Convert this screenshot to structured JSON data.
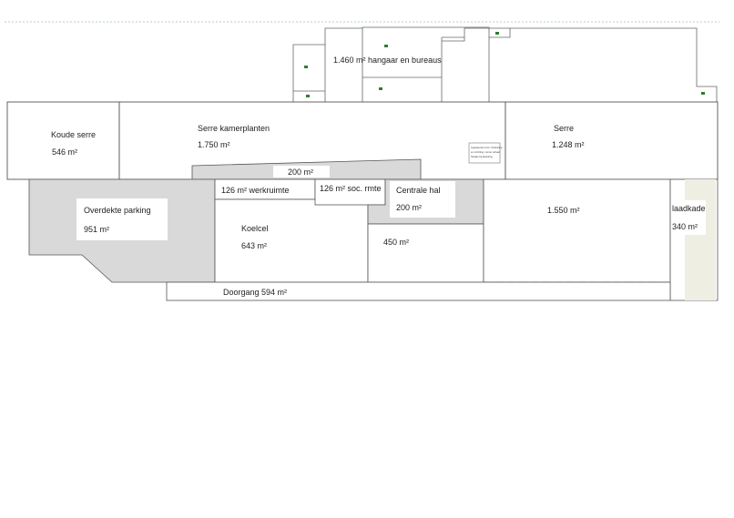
{
  "plan": {
    "hangaar": {
      "label": "1.460 m² hangaar en bureaus"
    },
    "koude_serre": {
      "name": "Koude serre",
      "area": "546 m²"
    },
    "serre_kamerplanten": {
      "name": "Serre kamerplanten",
      "area": "1.750 m²"
    },
    "serre": {
      "name": "Serre",
      "area": "1.248 m²"
    },
    "strip_200": {
      "area": "200 m²"
    },
    "werkruimte": {
      "label": "126 m² werkruimte"
    },
    "soc_ruimte": {
      "label": "126 m² soc. rmte"
    },
    "parking": {
      "name": "Overdekte parking",
      "area": "951  m²"
    },
    "koelcel": {
      "name": "Koelcel",
      "area": "643 m²"
    },
    "centrale_hal": {
      "name": "Centrale hal",
      "area": "200 m²"
    },
    "room_450": {
      "area": "450 m²"
    },
    "room_1550": {
      "area": "1.550 m²"
    },
    "laadkade": {
      "name": "laadkade",
      "area": "340 m²"
    },
    "doorgang": {
      "label": "Doorgang 594 m²"
    },
    "legend_note": {
      "lines": [
        "Ingetekende zone: Ontsluiting",
        "en inrichting: niet ter schaal",
        "Situatie bij afwerking"
      ]
    }
  },
  "colors": {
    "line": "#555555",
    "gray_fill": "#d9d9d9",
    "laadkade_fill": "#efeee3",
    "dashed_rule": "#b5cfc8",
    "marker": "#2e7d32"
  }
}
